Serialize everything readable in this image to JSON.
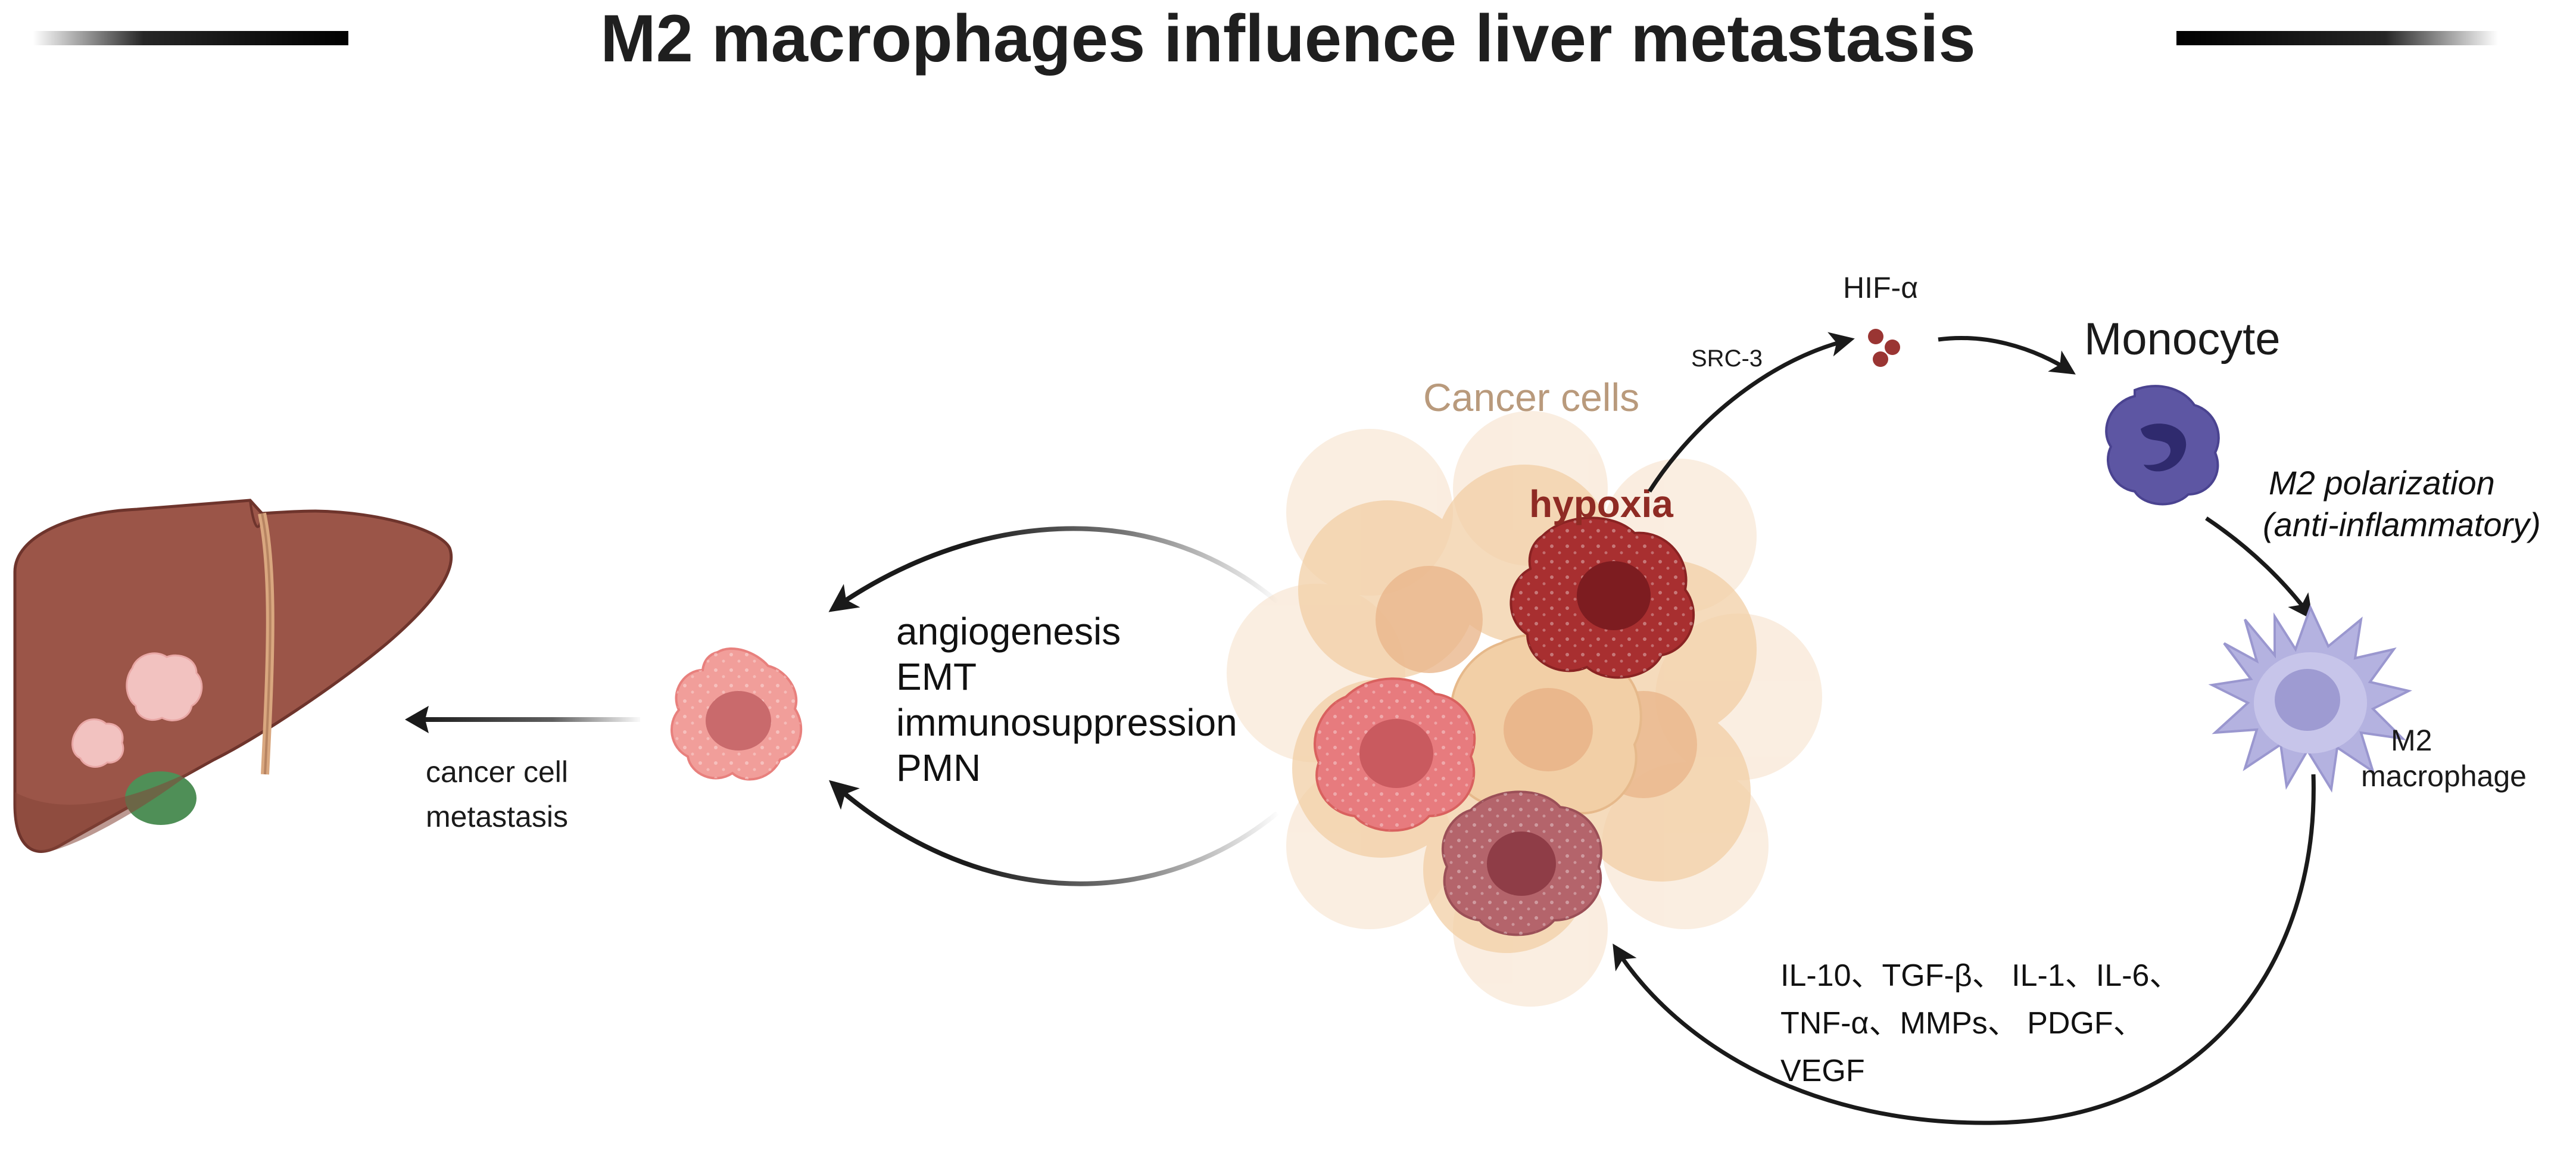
{
  "title": "M2 macrophages influence liver metastasis",
  "labels": {
    "cancer_cells": "Cancer cells",
    "hypoxia": "hypoxia",
    "src3": "SRC-3",
    "hif": "HIF-α",
    "monocyte": "Monocyte",
    "polarization_line1": "M2 polarization",
    "polarization_line2": "(anti-inflammatory)",
    "m2_line1": "M2",
    "m2_line2": "macrophage",
    "metastasis_line1": "cancer cell",
    "metastasis_line2": "metastasis"
  },
  "effects": [
    "angiogenesis",
    "EMT",
    "immunosuppression",
    "PMN"
  ],
  "cytokines": [
    "IL-10、TGF-β、 IL-1、IL-6、",
    "TNF-α、MMPs、 PDGF、",
    "VEGF"
  ],
  "colors": {
    "liver": "#9b5548",
    "liver_dark": "#6e342c",
    "tumor": "#f2c2c0",
    "gallbladder": "#4f8f57",
    "cancer_peach": "#f2cfa6",
    "cancer_pink": "#e77b7e",
    "cancer_mauve": "#b4646b",
    "hypoxic_cell": "#a82f30",
    "hif_dots": "#9a3533",
    "monocyte": "#5d56a3",
    "macrophage": "#b4b2e0",
    "arrow": "#1a1a1a"
  }
}
